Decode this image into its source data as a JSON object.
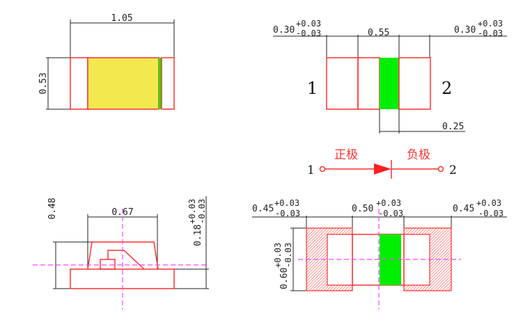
{
  "colors": {
    "outline": "#ff3030",
    "led_chip": "#00ee00",
    "lens": "#f2e94e",
    "center_line": "#ff40ff"
  },
  "top_view": {
    "width": "1.05",
    "height": "0.53"
  },
  "pad_view": {
    "left_pad": "0.30",
    "left_tol_plus": "+0.03",
    "left_tol_minus": "-0.03",
    "middle": "0.55",
    "right_pad": "0.30",
    "right_tol_plus": "+0.03",
    "right_tol_minus": "-0.03",
    "chip": "0.25",
    "pin1": "1",
    "pin2": "2"
  },
  "symbol": {
    "anode_label": "正极",
    "cathode_label": "负极",
    "pin1": "1",
    "pin2": "2"
  },
  "side_view": {
    "total_height": "0.48",
    "lens_width": "0.67",
    "base_height": "0.18",
    "base_tol_plus": "+0.03",
    "base_tol_minus": "-0.03"
  },
  "footprint": {
    "left_pad": "0.45",
    "left_tol_plus": "+0.03",
    "left_tol_minus": "-0.03",
    "gap": "0.50",
    "gap_tol_plus": "+0.03",
    "gap_tol_minus": "-0.03",
    "right_pad": "0.45",
    "right_tol_plus": "+0.03",
    "right_tol_minus": "-0.03",
    "height": "0.60",
    "height_tol_plus": "+0.03",
    "height_tol_minus": "-0.03"
  }
}
